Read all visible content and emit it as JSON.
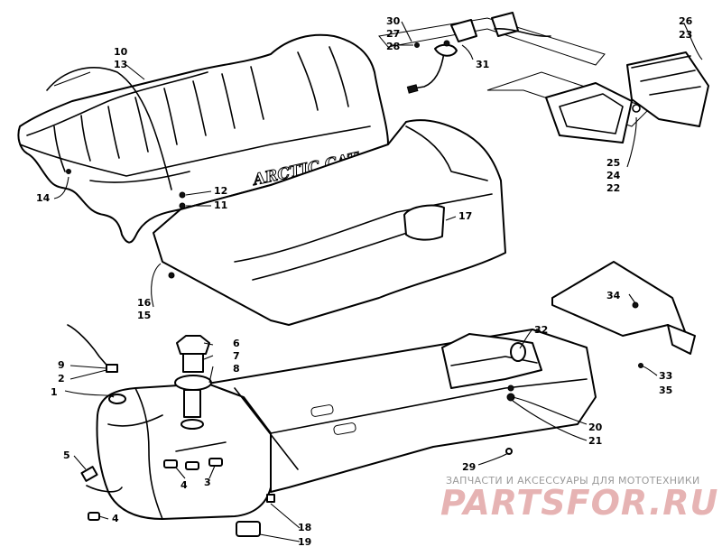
{
  "diagram": {
    "brand_decal": "ARCTIC CAT",
    "callouts": [
      {
        "id": "c10",
        "label": "10"
      },
      {
        "id": "c13",
        "label": "13"
      },
      {
        "id": "c14",
        "label": "14"
      },
      {
        "id": "c12",
        "label": "12"
      },
      {
        "id": "c11",
        "label": "11"
      },
      {
        "id": "c16",
        "label": "16"
      },
      {
        "id": "c15",
        "label": "15"
      },
      {
        "id": "c17",
        "label": "17"
      },
      {
        "id": "c30",
        "label": "30"
      },
      {
        "id": "c27",
        "label": "27"
      },
      {
        "id": "c28",
        "label": "28"
      },
      {
        "id": "c31",
        "label": "31"
      },
      {
        "id": "c26",
        "label": "26"
      },
      {
        "id": "c23",
        "label": "23"
      },
      {
        "id": "c25",
        "label": "25"
      },
      {
        "id": "c24",
        "label": "24"
      },
      {
        "id": "c22",
        "label": "22"
      },
      {
        "id": "c9",
        "label": "9"
      },
      {
        "id": "c2",
        "label": "2"
      },
      {
        "id": "c1",
        "label": "1"
      },
      {
        "id": "c6",
        "label": "6"
      },
      {
        "id": "c7",
        "label": "7"
      },
      {
        "id": "c8",
        "label": "8"
      },
      {
        "id": "c32",
        "label": "32"
      },
      {
        "id": "c34",
        "label": "34"
      },
      {
        "id": "c33",
        "label": "33"
      },
      {
        "id": "c35",
        "label": "35"
      },
      {
        "id": "c20",
        "label": "20"
      },
      {
        "id": "c21",
        "label": "21"
      },
      {
        "id": "c5",
        "label": "5"
      },
      {
        "id": "c4a",
        "label": "4"
      },
      {
        "id": "c3",
        "label": "3"
      },
      {
        "id": "c4b",
        "label": "4"
      },
      {
        "id": "c29",
        "label": "29"
      },
      {
        "id": "c18",
        "label": "18"
      },
      {
        "id": "c19",
        "label": "19"
      }
    ]
  },
  "watermark": {
    "caption": "ЗАПЧАСТИ И АКСЕССУАРЫ ДЛЯ МОТОТЕХНИКИ",
    "logo": "PARTSFOR.RU"
  }
}
